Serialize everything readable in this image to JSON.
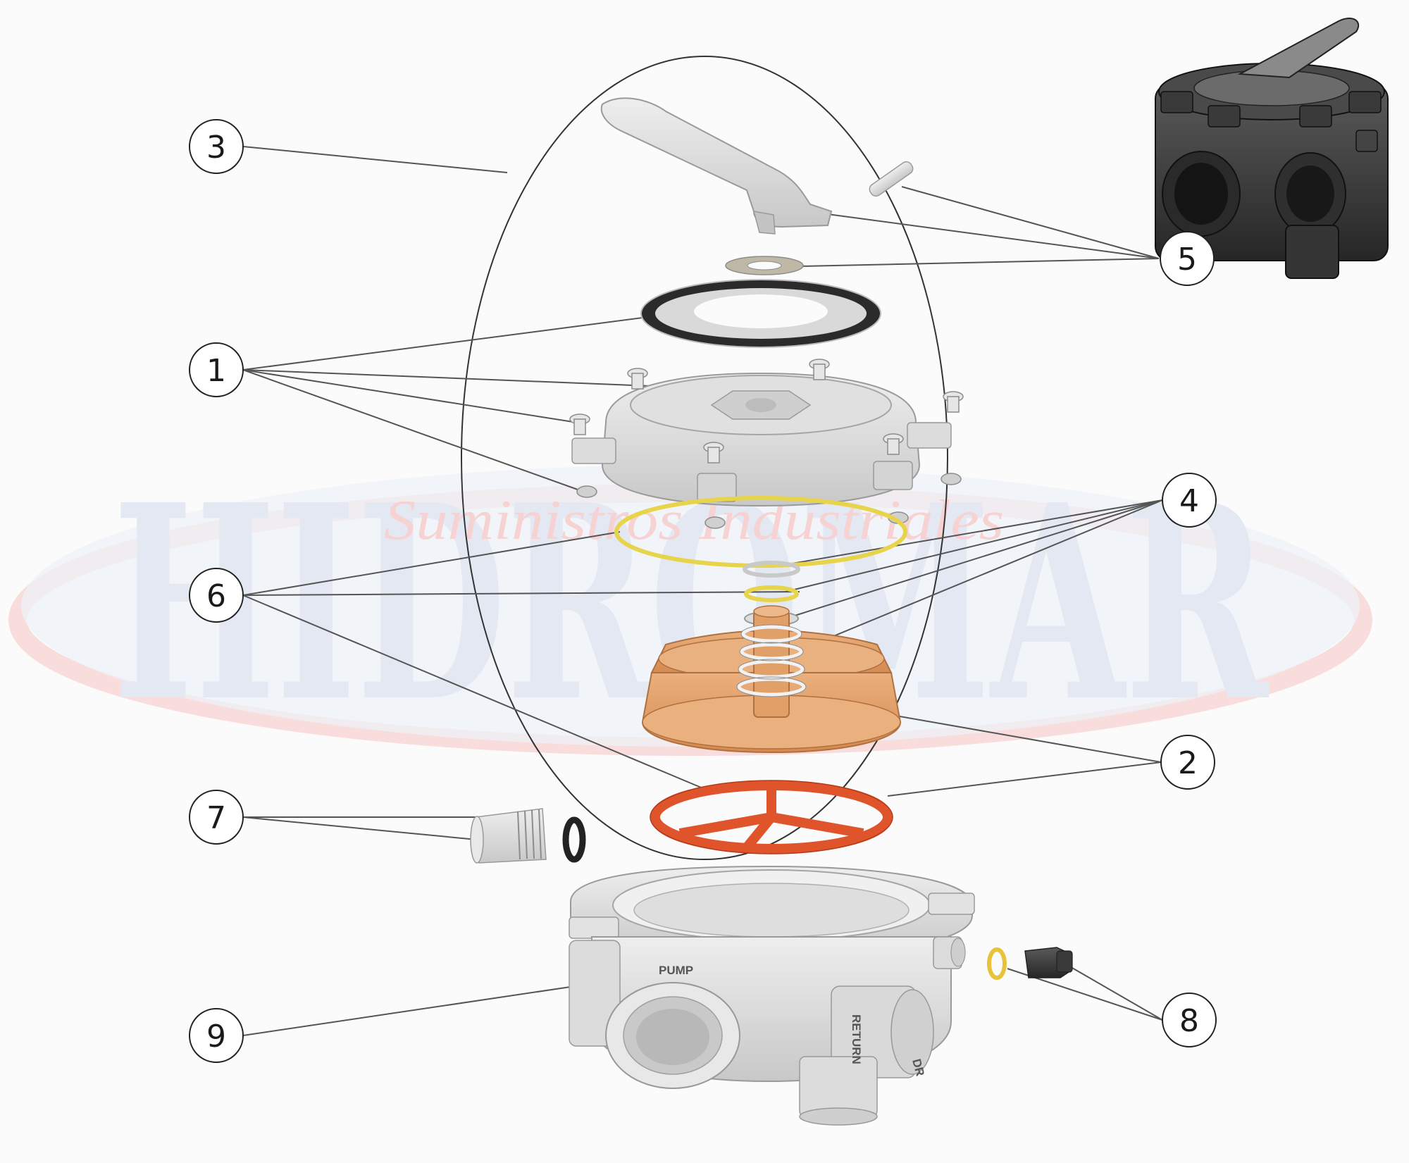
{
  "watermark": {
    "brand": "HIDROMAR",
    "tagline": "Suministros Industriales"
  },
  "emboss": {
    "pump": "PUMP",
    "return": "RETURN",
    "drain": "DR"
  },
  "callouts": [
    {
      "id": "1",
      "label": "1"
    },
    {
      "id": "2",
      "label": "2"
    },
    {
      "id": "3",
      "label": "3"
    },
    {
      "id": "4",
      "label": "4"
    },
    {
      "id": "5",
      "label": "5"
    },
    {
      "id": "6",
      "label": "6"
    },
    {
      "id": "7",
      "label": "7"
    },
    {
      "id": "8",
      "label": "8"
    },
    {
      "id": "9",
      "label": "9"
    }
  ],
  "colors": {
    "watermark_blue": "#e3e8f2",
    "watermark_red": "#f7d2d2",
    "part_grey": "#d9d9d9",
    "rotor_orange": "#e4a06a",
    "gasket_red": "#e0542c",
    "oring_yellow": "#e8d44a",
    "leader_line": "#555555"
  }
}
